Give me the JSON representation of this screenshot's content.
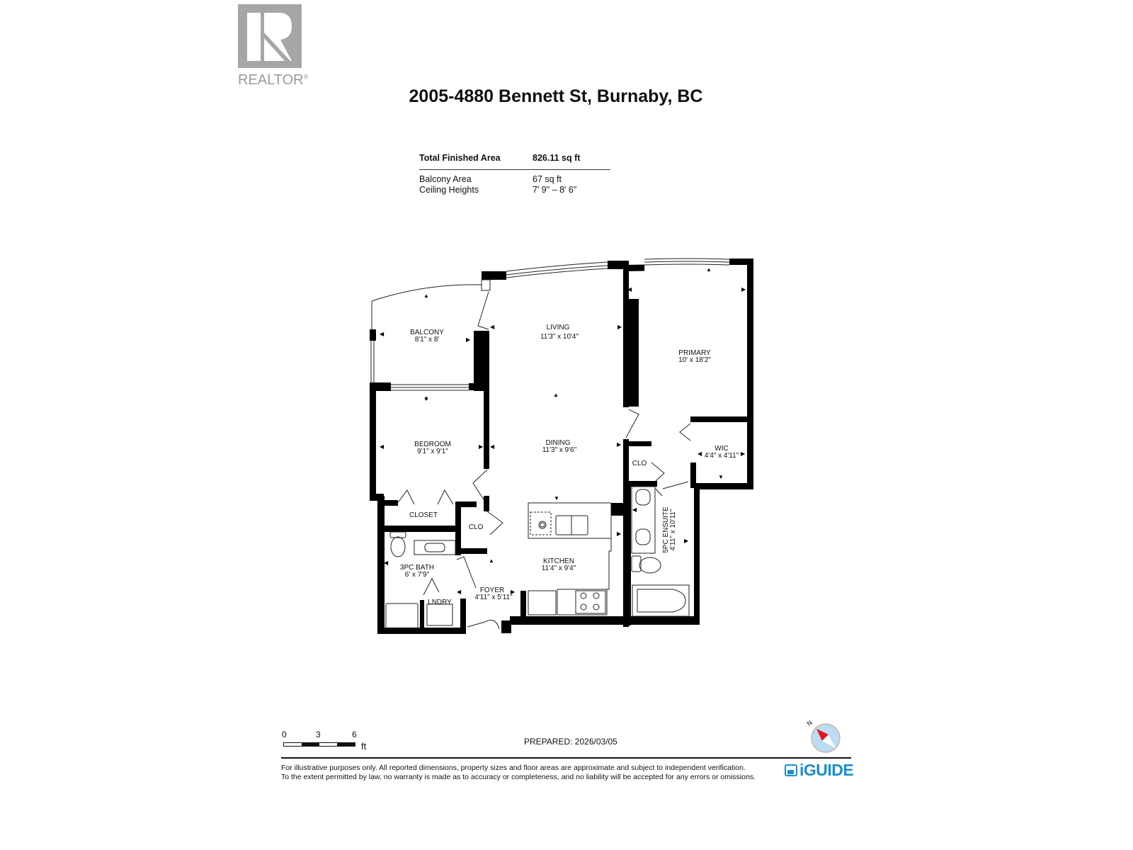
{
  "logo": {
    "name": "REALTOR",
    "mark": "R",
    "registered": "®"
  },
  "header": {
    "title": "2005-4880 Bennett St, Burnaby, BC"
  },
  "summary": {
    "total_label": "Total Finished Area",
    "total_value": "826.11 sq ft",
    "rows": [
      {
        "label": "Balcony Area",
        "value": "67 sq ft"
      },
      {
        "label": "Ceiling Heights",
        "value": "7' 9\" – 8' 6\""
      }
    ]
  },
  "rooms": {
    "balcony": {
      "name": "BALCONY",
      "dims": "8'1\" x 8'"
    },
    "living": {
      "name": "LIVING",
      "dims": "11'3\" x 10'4\""
    },
    "primary": {
      "name": "PRIMARY",
      "dims": "10' x 18'2\""
    },
    "bedroom": {
      "name": "BEDROOM",
      "dims": "9'1\" x 9'1\""
    },
    "dining": {
      "name": "DINING",
      "dims": "11'3\" x 9'6\""
    },
    "wic": {
      "name": "WIC",
      "dims": "4'4\" x 4'11\""
    },
    "clo_primary": {
      "name": "CLO"
    },
    "closet": {
      "name": "CLOSET"
    },
    "clo_foyer": {
      "name": "CLO"
    },
    "bath3": {
      "name": "3PC BATH",
      "dims": "6' x 7'9\""
    },
    "kitchen": {
      "name": "KITCHEN",
      "dims": "11'4\" x 9'4\""
    },
    "ensuite": {
      "name": "5PC ENSUITE",
      "dims": "4'11\" x 10'11\""
    },
    "foyer": {
      "name": "FOYER",
      "dims": "4'11\" x 5'11\""
    },
    "laundry": {
      "name": "LNDRY"
    }
  },
  "scale": {
    "ticks": [
      "0",
      "3",
      "6"
    ],
    "unit": "ft"
  },
  "prepared": "PREPARED: 2026/03/05",
  "compass": {
    "label": "N"
  },
  "disclaimer": {
    "line1": "For illustrative purposes only. All reported dimensions, property sizes and floor areas are approximate and subject to independent verification.",
    "line2": "To the extent permitted by law, no warranty is made as to accuracy or completeness, and no liability will be accepted for any errors or omissions."
  },
  "brand": {
    "name": "iGUIDE",
    "color": "#1a8fc9"
  }
}
